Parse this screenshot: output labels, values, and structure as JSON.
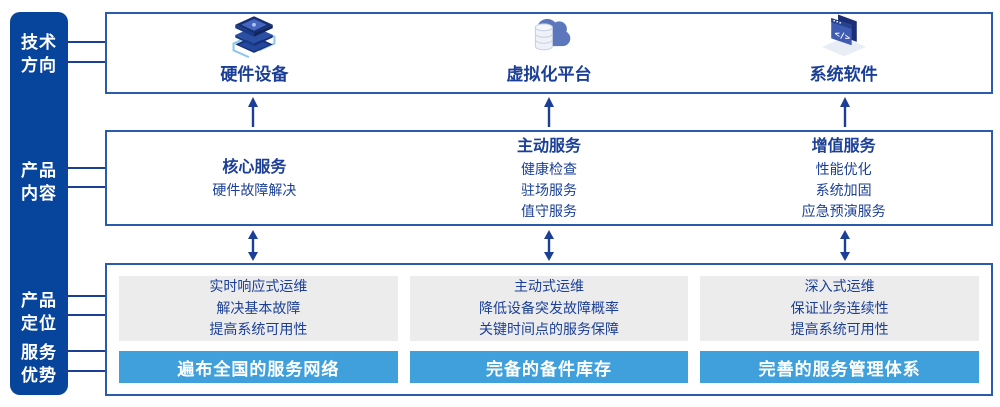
{
  "palette": {
    "rail_blue": "#07449C",
    "border_blue": "#2B5CAC",
    "text_navy": "#1B3F97",
    "banner_blue": "#3FA0DC",
    "panel_gray": "#ECECED"
  },
  "rail": {
    "items": [
      {
        "id": "tech-direction",
        "label": "技术\n方向"
      },
      {
        "id": "product-content",
        "label": "产品\n内容"
      },
      {
        "id": "product-positioning",
        "label": "产品\n定位"
      },
      {
        "id": "service-advantage",
        "label": "服务\n优势"
      }
    ]
  },
  "tech_row": {
    "items": [
      {
        "icon": "server-stack-icon",
        "label": "硬件设备"
      },
      {
        "icon": "cloud-database-icon",
        "label": "虚拟化平台"
      },
      {
        "icon": "code-window-icon",
        "label": "系统软件"
      }
    ]
  },
  "content_row": {
    "columns": [
      {
        "title": "核心服务",
        "items": [
          "硬件故障解决"
        ]
      },
      {
        "title": "主动服务",
        "items": [
          "健康检查",
          "驻场服务",
          "值守服务"
        ]
      },
      {
        "title": "增值服务",
        "items": [
          "性能优化",
          "系统加固",
          "应急预演服务"
        ]
      }
    ]
  },
  "position_row": {
    "columns": [
      {
        "lines": [
          "实时响应式运维",
          "解决基本故障",
          "提高系统可用性"
        ],
        "banner": "遍布全国的服务网络"
      },
      {
        "lines": [
          "主动式运维",
          "降低设备突发故障概率",
          "关键时间点的服务保障"
        ],
        "banner": "完备的备件库存"
      },
      {
        "lines": [
          "深入式运维",
          "保证业务连续性",
          "提高系统可用性"
        ],
        "banner": "完善的服务管理体系"
      }
    ]
  }
}
